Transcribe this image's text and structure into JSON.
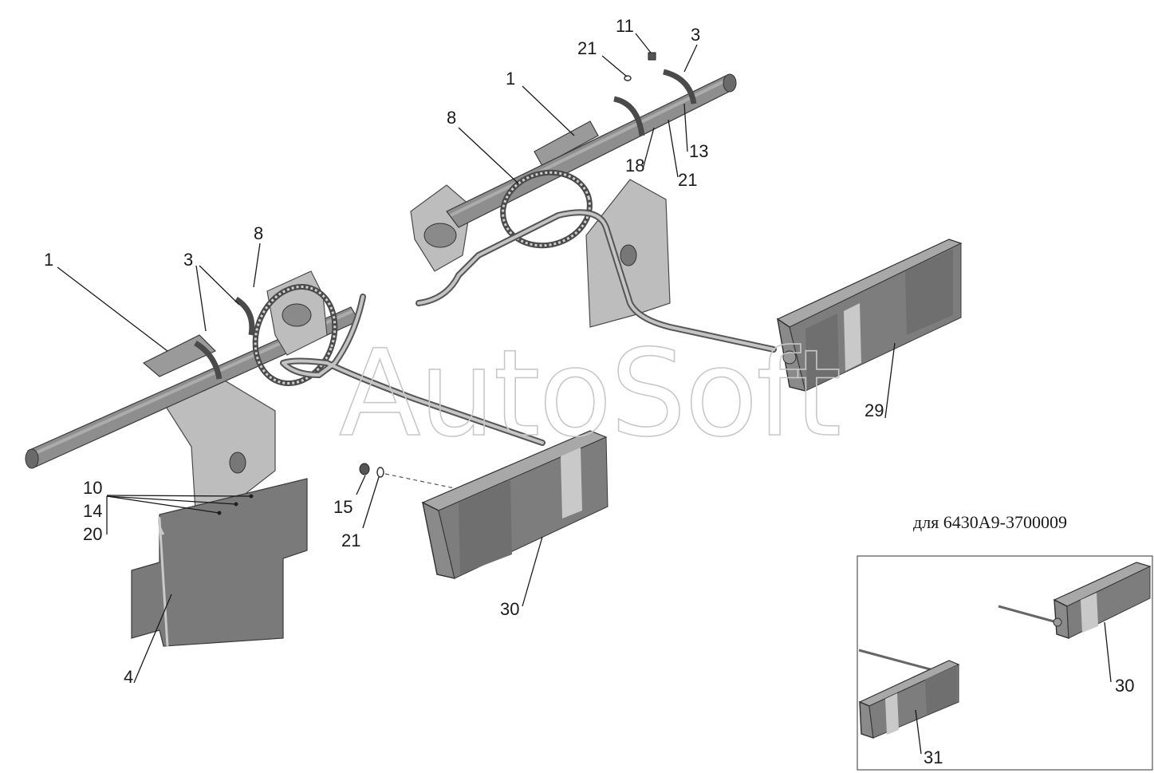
{
  "watermark": "AutoSoft",
  "caption": "для 6430А9-3700009",
  "labels": {
    "l1a": "1",
    "l1b": "1",
    "l3a": "3",
    "l3b": "3",
    "l4": "4",
    "l8a": "8",
    "l8b": "8",
    "l10": "10",
    "l11": "11",
    "l13": "13",
    "l14": "14",
    "l15": "15",
    "l18": "18",
    "l20": "20",
    "l21a": "21",
    "l21b": "21",
    "l21c": "21",
    "l29": "29",
    "l30a": "30",
    "l30b": "30",
    "l31": "31"
  }
}
